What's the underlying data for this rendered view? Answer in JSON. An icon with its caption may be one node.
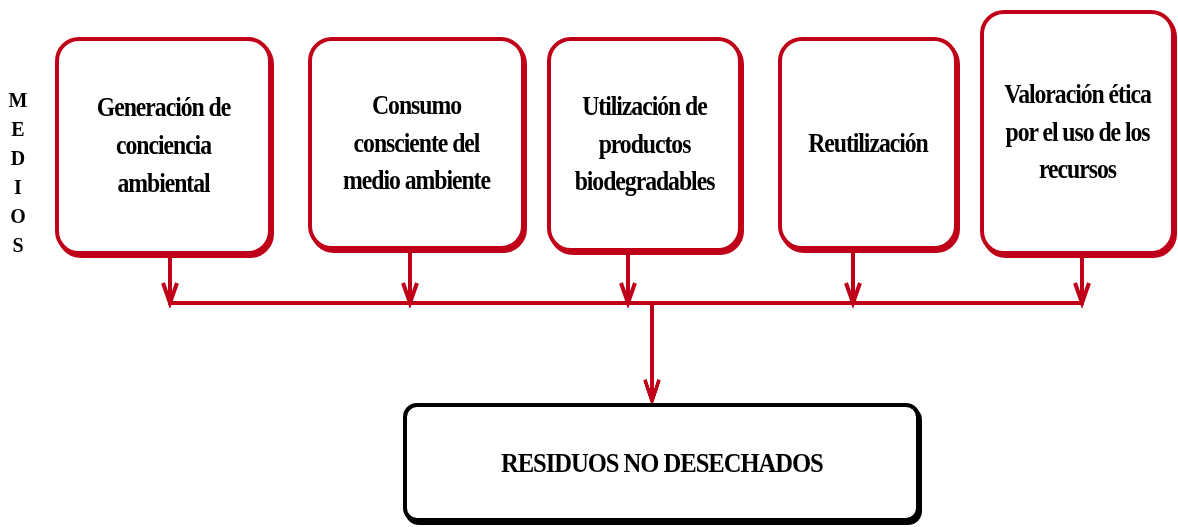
{
  "diagram": {
    "nodes": [
      {
        "text": [
          "Generación de conciencia ambiental"
        ]
      },
      {
        "text": [
          "Consumo consciente del medio ambiente"
        ]
      },
      {
        "text": [
          "Utilización de productos biodegradables"
        ]
      },
      {
        "text": [
          "Reutilización"
        ]
      },
      {
        "text": [
          "Valoración ética por el uso de los recursos"
        ]
      },
      {
        "text": [
          "RESIDUOS NO DESECHADOS"
        ]
      }
    ],
    "edges": [
      {
        "from": 0,
        "to": 5,
        "arrow": "to"
      },
      {
        "from": 1,
        "to": 5,
        "arrow": "to"
      },
      {
        "from": 2,
        "to": 5,
        "arrow": "to"
      },
      {
        "from": 3,
        "to": 5,
        "arrow": "to"
      },
      {
        "from": 4,
        "to": 5,
        "arrow": "to"
      }
    ],
    "labels": [
      "MEDIOS"
    ]
  }
}
